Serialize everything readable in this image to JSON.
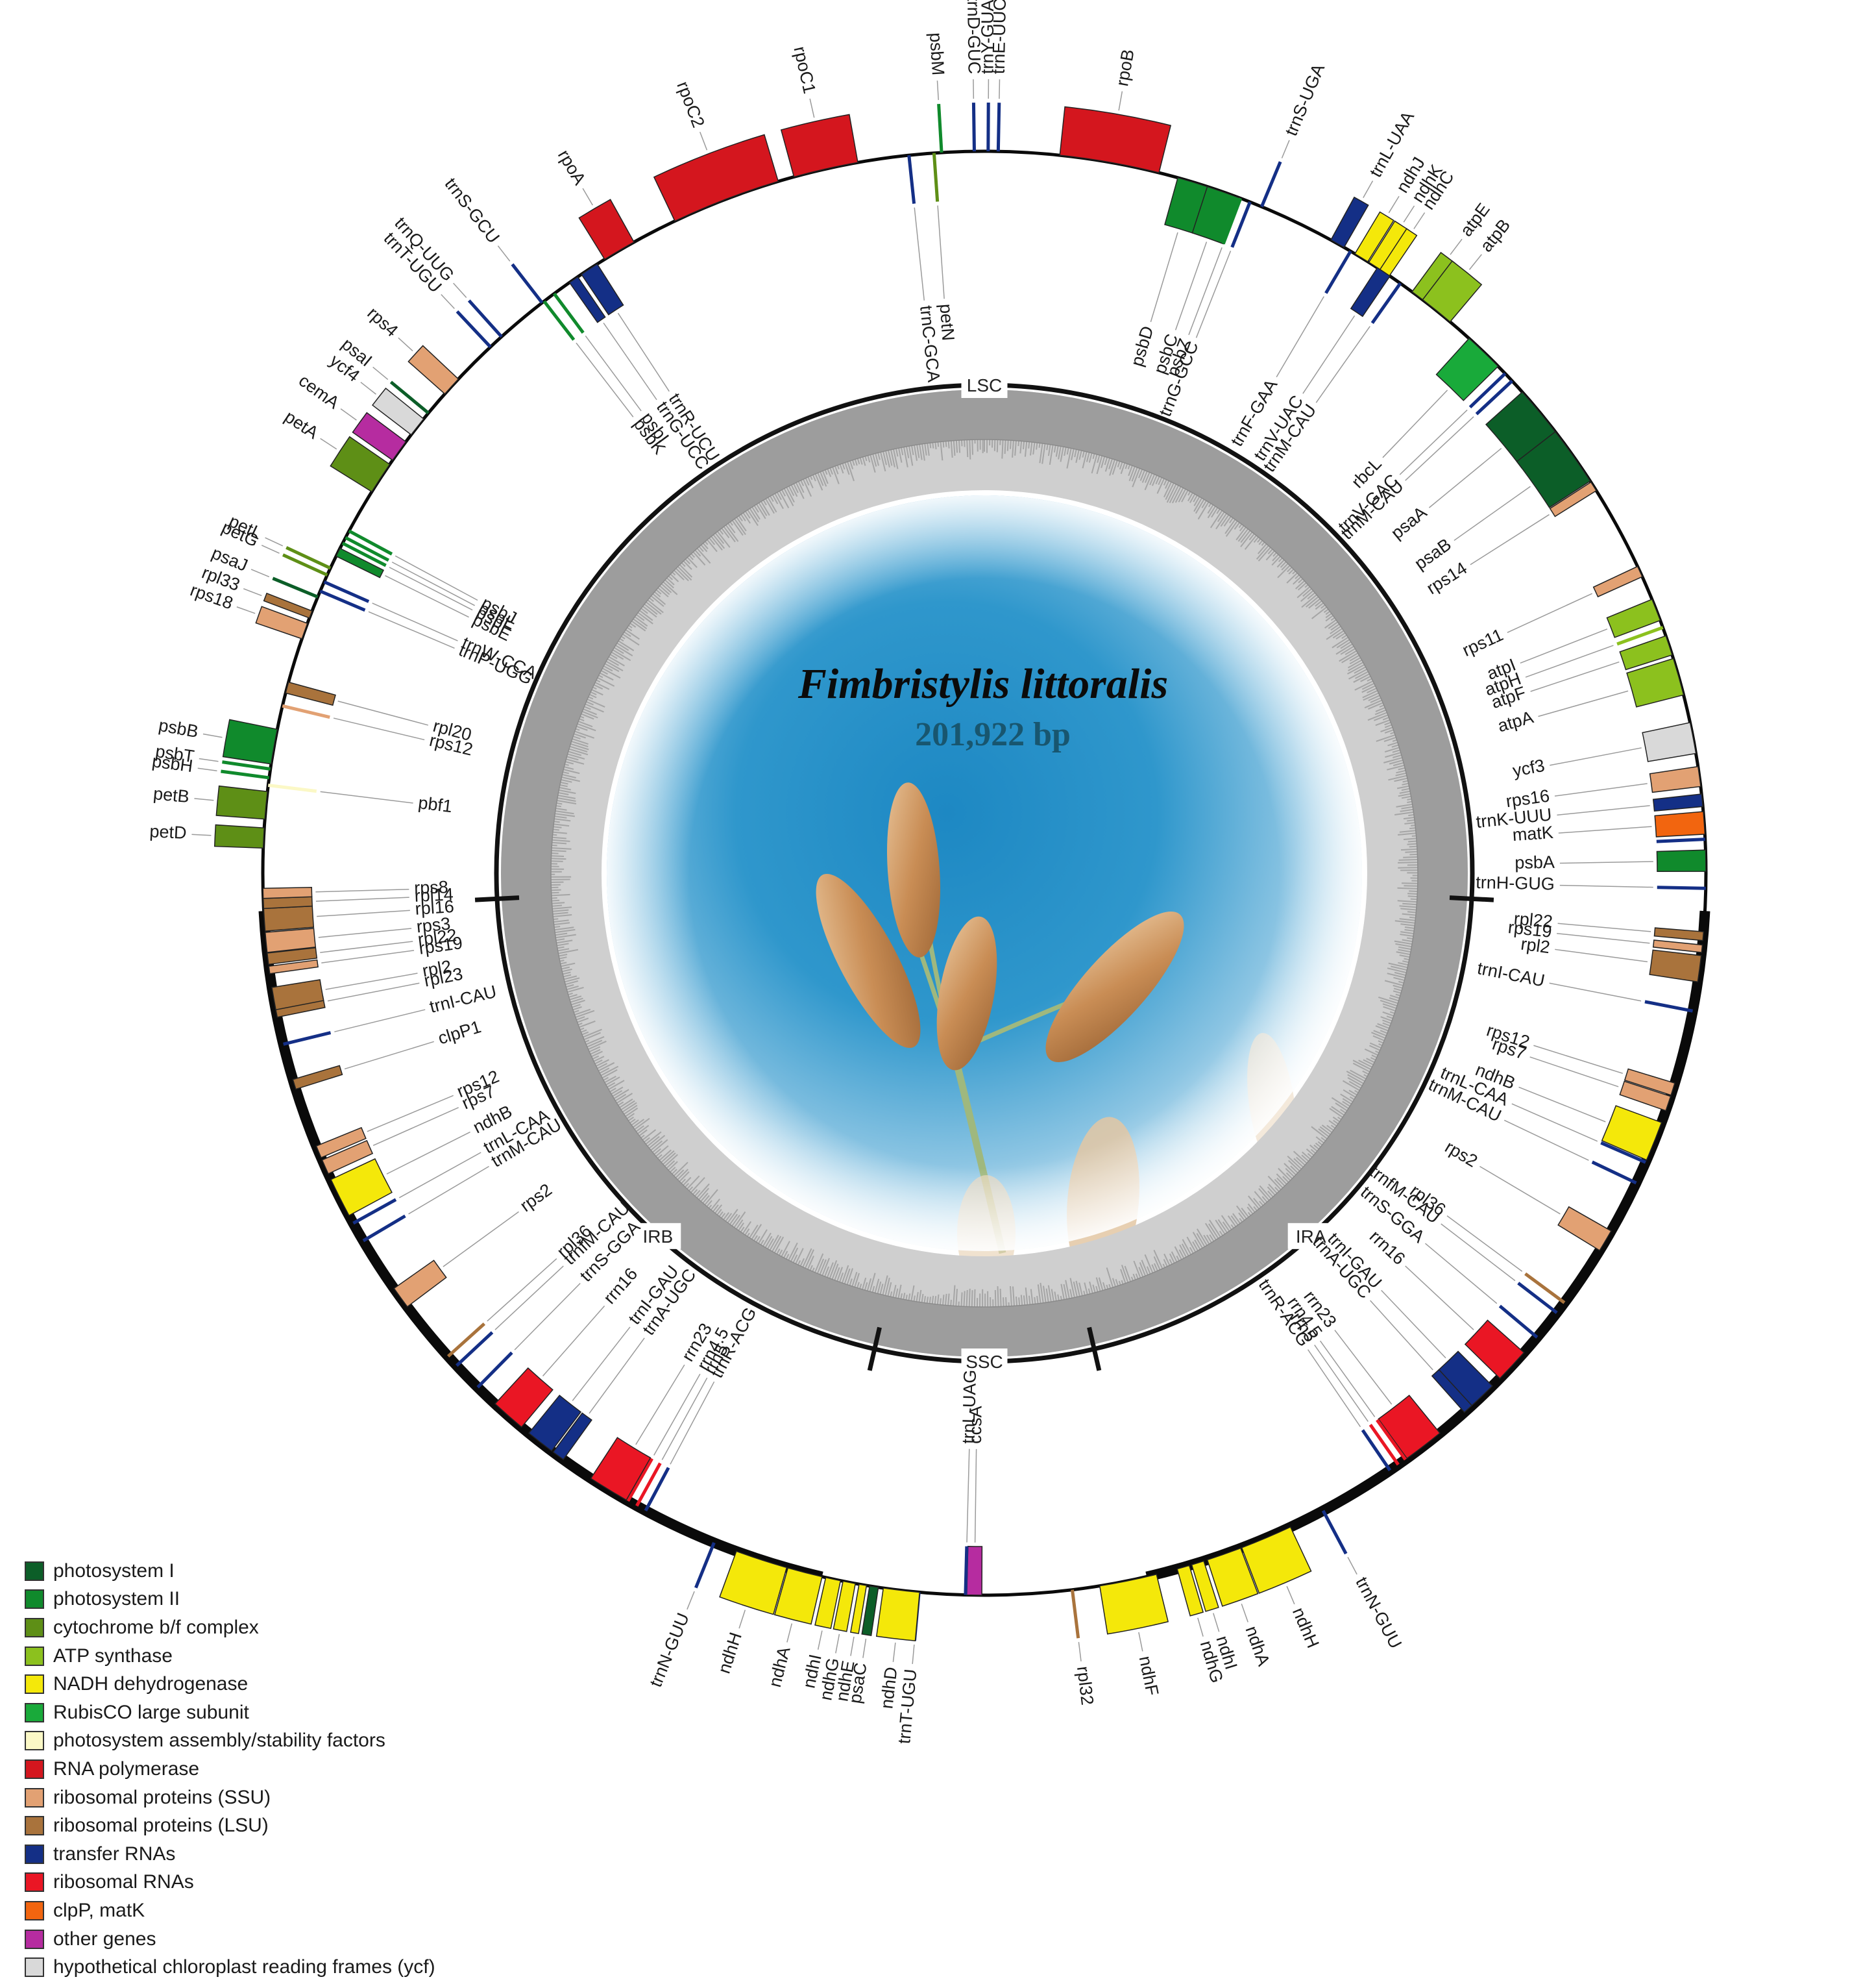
{
  "title": "Fimbristylis littoralis",
  "genome_size": "201,922 bp",
  "categories": {
    "psi": {
      "name": "photosystem I",
      "color": "#0c5e28"
    },
    "psii": {
      "name": "photosystem II",
      "color": "#108a2c"
    },
    "cyt": {
      "name": "cytochrome b/f complex",
      "color": "#5e8f16"
    },
    "atp": {
      "name": "ATP synthase",
      "color": "#8cc11e"
    },
    "ndh": {
      "name": "NADH dehydrogenase",
      "color": "#f4e80a"
    },
    "rbc": {
      "name": "RubisCO large subunit",
      "color": "#19aa3a"
    },
    "pbf": {
      "name": "photosystem assembly/stability factors",
      "color": "#fbf8c6"
    },
    "rpo": {
      "name": "RNA polymerase",
      "color": "#d4161e"
    },
    "rps": {
      "name": "ribosomal proteins (SSU)",
      "color": "#e2a173"
    },
    "rpl": {
      "name": "ribosomal proteins (LSU)",
      "color": "#a9733c"
    },
    "trn": {
      "name": "transfer RNAs",
      "color": "#142f86"
    },
    "rrn": {
      "name": "ribosomal RNAs",
      "color": "#ea1624"
    },
    "clp": {
      "name": "clpP, matK",
      "color": "#f2650f"
    },
    "oth": {
      "name": "other genes",
      "color": "#b62ca0"
    },
    "ycf": {
      "name": "hypothetical chloroplast reading frames (ycf)",
      "color": "#d9d9d9"
    }
  },
  "legend": [
    "psi",
    "psii",
    "cyt",
    "atp",
    "ndh",
    "rbc",
    "pbf",
    "rpo",
    "rps",
    "rpl",
    "trn",
    "rrn",
    "clp",
    "oth",
    "ycf"
  ],
  "regions": [
    {
      "label": "LSC",
      "angle": 0
    },
    {
      "label": "IRA",
      "angle": 138
    },
    {
      "label": "SSC",
      "angle": 180
    },
    {
      "label": "IRB",
      "angle": 222
    }
  ],
  "boundaries": [
    93,
    167,
    193,
    267
  ],
  "genes": [
    {
      "n": "rpoB",
      "a": 10.0,
      "w": 8.0,
      "c": "rpo",
      "s": "out"
    },
    {
      "n": "psbM",
      "a": 356.6,
      "w": 0.5,
      "c": "psii",
      "s": "out"
    },
    {
      "n": "trnD-GUC",
      "a": 359.2,
      "w": 0.4,
      "c": "trn",
      "s": "out"
    },
    {
      "n": "trnY-GUA",
      "a": 0.3,
      "w": 0.4,
      "c": "trn",
      "s": "out"
    },
    {
      "n": "trnE-UUC",
      "a": 1.1,
      "w": 0.4,
      "c": "trn",
      "s": "out"
    },
    {
      "n": "petN",
      "a": 356.0,
      "w": 0.4,
      "c": "cyt",
      "s": "in"
    },
    {
      "n": "trnC-GCA",
      "a": 354.0,
      "w": 0.4,
      "c": "trn",
      "s": "in"
    },
    {
      "n": "psbD",
      "a": 16.8,
      "w": 2.5,
      "c": "psii",
      "s": "in"
    },
    {
      "n": "psbC",
      "a": 19.4,
      "w": 2.8,
      "c": "psii",
      "s": "in"
    },
    {
      "n": "psbZ",
      "a": 20.8,
      "w": 0.5,
      "c": "psii",
      "s": "in"
    },
    {
      "n": "trnG-GCC",
      "a": 21.6,
      "w": 0.4,
      "c": "trn",
      "s": "in"
    },
    {
      "n": "trnS-UGA",
      "a": 22.6,
      "w": 0.4,
      "c": "trn",
      "s": "out"
    },
    {
      "n": "trnL-UAA",
      "a": 29.3,
      "w": 1.2,
      "c": "trn",
      "s": "out"
    },
    {
      "n": "trnF-GAA",
      "a": 30.5,
      "w": 0.4,
      "c": "trn",
      "s": "in"
    },
    {
      "n": "ndhJ",
      "a": 31.5,
      "w": 1.2,
      "c": "ndh",
      "s": "out"
    },
    {
      "n": "ndhK",
      "a": 32.8,
      "w": 1.2,
      "c": "ndh",
      "s": "out"
    },
    {
      "n": "ndhC",
      "a": 33.7,
      "w": 0.9,
      "c": "ndh",
      "s": "out"
    },
    {
      "n": "trnV-UAC",
      "a": 33.6,
      "w": 1.2,
      "c": "trn",
      "s": "in"
    },
    {
      "n": "trnM-CAU",
      "a": 35.2,
      "w": 0.4,
      "c": "trn",
      "s": "in"
    },
    {
      "n": "atpE",
      "a": 37.0,
      "w": 1.3,
      "c": "atp",
      "s": "out"
    },
    {
      "n": "atpB",
      "a": 38.8,
      "w": 2.8,
      "c": "atp",
      "s": "out"
    },
    {
      "n": "rbcL",
      "a": 43.8,
      "w": 3.2,
      "c": "rbc",
      "s": "in"
    },
    {
      "n": "trnV-GAC",
      "a": 46.2,
      "w": 0.4,
      "c": "trn",
      "s": "in"
    },
    {
      "n": "trnM-CAU",
      "a": 47.0,
      "w": 0.4,
      "c": "trn",
      "s": "in"
    },
    {
      "n": "psaA",
      "a": 50.6,
      "w": 4.8,
      "c": "psi",
      "s": "in"
    },
    {
      "n": "psaB",
      "a": 54.7,
      "w": 4.8,
      "c": "psi",
      "s": "in"
    },
    {
      "n": "rps14",
      "a": 57.6,
      "w": 0.8,
      "c": "rps",
      "s": "in"
    },
    {
      "n": "rps11",
      "a": 65.3,
      "w": 0.9,
      "c": "rps",
      "s": "in"
    },
    {
      "n": "atpI",
      "a": 68.6,
      "w": 1.8,
      "c": "atp",
      "s": "in"
    },
    {
      "n": "atpH",
      "a": 70.1,
      "w": 0.5,
      "c": "atp",
      "s": "in"
    },
    {
      "n": "atpF",
      "a": 71.6,
      "w": 1.6,
      "c": "atp",
      "s": "in"
    },
    {
      "n": "atpA",
      "a": 74.2,
      "w": 3.0,
      "c": "atp",
      "s": "in"
    },
    {
      "n": "ycf3",
      "a": 79.2,
      "w": 2.5,
      "c": "ycf",
      "s": "in"
    },
    {
      "n": "rps16",
      "a": 82.3,
      "w": 1.6,
      "c": "rps",
      "s": "in"
    },
    {
      "n": "trnK-UUU",
      "a": 84.2,
      "w": 1.0,
      "c": "trn",
      "s": "in"
    },
    {
      "n": "matK",
      "a": 86.0,
      "w": 1.8,
      "c": "clp",
      "s": "in"
    },
    {
      "n": "trnK-UUU",
      "a": 87.3,
      "w": 0.5,
      "c": "trn",
      "s": "in",
      "hide": true
    },
    {
      "n": "psbA",
      "a": 89.0,
      "w": 1.7,
      "c": "psii",
      "s": "in"
    },
    {
      "n": "trnH-GUG",
      "a": 91.2,
      "w": 0.4,
      "c": "trn",
      "s": "in"
    },
    {
      "n": "rpl22",
      "a": 95.0,
      "w": 0.7,
      "c": "rpl",
      "s": "in"
    },
    {
      "n": "rps19",
      "a": 96.0,
      "w": 0.6,
      "c": "rps",
      "s": "in"
    },
    {
      "n": "rpl2",
      "a": 97.6,
      "w": 2.1,
      "c": "rpl",
      "s": "in"
    },
    {
      "n": "trnI-CAU",
      "a": 101.0,
      "w": 0.4,
      "c": "trn",
      "s": "in"
    },
    {
      "n": "rps12",
      "a": 107.4,
      "w": 1.0,
      "c": "rps",
      "s": "in"
    },
    {
      "n": "rps7",
      "a": 108.6,
      "w": 1.2,
      "c": "rps",
      "s": "in"
    },
    {
      "n": "ndhB",
      "a": 111.8,
      "w": 3.2,
      "c": "ndh",
      "s": "in"
    },
    {
      "n": "trnL-CAA",
      "a": 113.6,
      "w": 0.4,
      "c": "trn",
      "s": "in"
    },
    {
      "n": "trnM-CAU",
      "a": 115.4,
      "w": 0.4,
      "c": "trn",
      "s": "in"
    },
    {
      "n": "rps2",
      "a": 120.6,
      "w": 1.8,
      "c": "rps",
      "s": "in"
    },
    {
      "n": "rpl36",
      "a": 126.5,
      "w": 0.4,
      "c": "rpl",
      "s": "in"
    },
    {
      "n": "trnfM-CAU",
      "a": 127.5,
      "w": 0.4,
      "c": "trn",
      "s": "in"
    },
    {
      "n": "trnS-GGA",
      "a": 130.0,
      "w": 0.4,
      "c": "trn",
      "s": "in"
    },
    {
      "n": "rrn16",
      "a": 133.0,
      "w": 2.8,
      "c": "rrn",
      "s": "in"
    },
    {
      "n": "trnI-GAU",
      "a": 136.4,
      "w": 2.3,
      "c": "trn",
      "s": "in"
    },
    {
      "n": "trnA-UGC",
      "a": 137.9,
      "w": 0.8,
      "c": "trn",
      "s": "in"
    },
    {
      "n": "rrn23",
      "a": 142.5,
      "w": 3.3,
      "c": "rrn",
      "s": "in"
    },
    {
      "n": "rrn4.5",
      "a": 144.3,
      "w": 0.4,
      "c": "rrn",
      "s": "in"
    },
    {
      "n": "rrn5",
      "a": 145.0,
      "w": 0.4,
      "c": "rrn",
      "s": "in"
    },
    {
      "n": "trnR-ACG",
      "a": 145.8,
      "w": 0.4,
      "c": "trn",
      "s": "in"
    },
    {
      "n": "trnN-GUU",
      "a": 152.0,
      "w": 0.4,
      "c": "trn",
      "s": "out"
    },
    {
      "n": "ndhH",
      "a": 157.0,
      "w": 4.2,
      "c": "ndh",
      "s": "out"
    },
    {
      "n": "ndhA",
      "a": 160.6,
      "w": 2.8,
      "c": "ndh",
      "s": "out"
    },
    {
      "n": "ndhI",
      "a": 162.8,
      "w": 1.0,
      "c": "ndh",
      "s": "out"
    },
    {
      "n": "ndhG",
      "a": 164.0,
      "w": 1.0,
      "c": "ndh",
      "s": "out"
    },
    {
      "n": "ndhF",
      "a": 168.5,
      "w": 4.6,
      "c": "ndh",
      "s": "out"
    },
    {
      "n": "rpl32",
      "a": 173.0,
      "w": 0.3,
      "c": "rpl",
      "s": "out"
    },
    {
      "n": "ccsA",
      "a": 180.8,
      "w": 1.2,
      "c": "oth",
      "s": "in"
    },
    {
      "n": "trnL-UAG",
      "a": 181.5,
      "w": 0.4,
      "c": "trn",
      "s": "in"
    },
    {
      "n": "trnT-UGU",
      "a": 185.2,
      "w": 0.4,
      "c": "trn",
      "s": "out"
    },
    {
      "n": "ndhD",
      "a": 186.6,
      "w": 2.9,
      "c": "ndh",
      "s": "out"
    },
    {
      "n": "psaC",
      "a": 188.8,
      "w": 0.7,
      "c": "psi",
      "s": "out"
    },
    {
      "n": "ndhE",
      "a": 189.7,
      "w": 0.6,
      "c": "ndh",
      "s": "out"
    },
    {
      "n": "ndhG",
      "a": 190.8,
      "w": 1.0,
      "c": "ndh",
      "s": "out"
    },
    {
      "n": "ndhI",
      "a": 192.1,
      "w": 1.2,
      "c": "ndh",
      "s": "out"
    },
    {
      "n": "ndhA",
      "a": 194.4,
      "w": 2.8,
      "c": "ndh",
      "s": "out"
    },
    {
      "n": "ndhH",
      "a": 198.0,
      "w": 4.2,
      "c": "ndh",
      "s": "out"
    },
    {
      "n": "trnN-GUU",
      "a": 202.0,
      "w": 0.4,
      "c": "trn",
      "s": "out"
    },
    {
      "n": "trnR-ACG",
      "a": 208.0,
      "w": 0.4,
      "c": "trn",
      "s": "in"
    },
    {
      "n": "rrn5",
      "a": 208.8,
      "w": 0.4,
      "c": "rrn",
      "s": "in"
    },
    {
      "n": "rrn4.5",
      "a": 209.6,
      "w": 0.4,
      "c": "rrn",
      "s": "in"
    },
    {
      "n": "rrn23",
      "a": 211.4,
      "w": 3.3,
      "c": "rrn",
      "s": "in"
    },
    {
      "n": "trnA-UGC",
      "a": 216.2,
      "w": 1.0,
      "c": "trn",
      "s": "in"
    },
    {
      "n": "trnI-GAU",
      "a": 218.0,
      "w": 2.3,
      "c": "trn",
      "s": "in"
    },
    {
      "n": "rrn16",
      "a": 221.3,
      "w": 2.8,
      "c": "rrn",
      "s": "in"
    },
    {
      "n": "trnS-GGA",
      "a": 224.6,
      "w": 0.4,
      "c": "trn",
      "s": "in"
    },
    {
      "n": "trnfM-CAU",
      "a": 227.0,
      "w": 0.4,
      "c": "trn",
      "s": "in"
    },
    {
      "n": "rpl36",
      "a": 228.0,
      "w": 0.4,
      "c": "rpl",
      "s": "in"
    },
    {
      "n": "rps2",
      "a": 234.0,
      "w": 1.8,
      "c": "rps",
      "s": "in"
    },
    {
      "n": "trnM-CAU",
      "a": 239.4,
      "w": 0.4,
      "c": "trn",
      "s": "in"
    },
    {
      "n": "trnL-CAA",
      "a": 241.0,
      "w": 0.4,
      "c": "trn",
      "s": "in"
    },
    {
      "n": "ndhB",
      "a": 243.3,
      "w": 3.2,
      "c": "ndh",
      "s": "in"
    },
    {
      "n": "rps7",
      "a": 246.0,
      "w": 1.2,
      "c": "rps",
      "s": "in"
    },
    {
      "n": "rps12",
      "a": 247.3,
      "w": 1.0,
      "c": "rps",
      "s": "in"
    },
    {
      "n": "clpP1",
      "a": 253.0,
      "w": 0.8,
      "c": "rpl",
      "s": "in"
    },
    {
      "n": "trnI-CAU",
      "a": 256.3,
      "w": 0.4,
      "c": "trn",
      "s": "in"
    },
    {
      "n": "rpl23",
      "a": 259.0,
      "w": 1.0,
      "c": "rpl",
      "s": "in"
    },
    {
      "n": "rpl2",
      "a": 260.0,
      "w": 1.8,
      "c": "rpl",
      "s": "in"
    },
    {
      "n": "rps19",
      "a": 262.3,
      "w": 0.6,
      "c": "rps",
      "s": "in"
    },
    {
      "n": "rpl22",
      "a": 263.2,
      "w": 0.9,
      "c": "rpl",
      "s": "in"
    },
    {
      "n": "rps3",
      "a": 264.5,
      "w": 1.6,
      "c": "rps",
      "s": "in"
    },
    {
      "n": "rpl16",
      "a": 266.3,
      "w": 1.8,
      "c": "rpl",
      "s": "in"
    },
    {
      "n": "rpl14",
      "a": 267.6,
      "w": 0.8,
      "c": "rpl",
      "s": "in"
    },
    {
      "n": "rps8",
      "a": 268.4,
      "w": 0.8,
      "c": "rps",
      "s": "in"
    },
    {
      "n": "petD",
      "a": 272.8,
      "w": 1.6,
      "c": "cyt",
      "s": "out"
    },
    {
      "n": "petB",
      "a": 275.4,
      "w": 2.2,
      "c": "cyt",
      "s": "out"
    },
    {
      "n": "pbf1",
      "a": 277.0,
      "w": 0.3,
      "c": "pbf",
      "s": "in"
    },
    {
      "n": "psbH",
      "a": 277.6,
      "w": 0.5,
      "c": "psii",
      "s": "out"
    },
    {
      "n": "psbT",
      "a": 278.3,
      "w": 0.4,
      "c": "psii",
      "s": "out"
    },
    {
      "n": "psbB",
      "a": 280.1,
      "w": 2.8,
      "c": "psii",
      "s": "out"
    },
    {
      "n": "rps12",
      "a": 283.4,
      "w": 0.4,
      "c": "rps",
      "s": "in"
    },
    {
      "n": "rpl20",
      "a": 284.9,
      "w": 0.9,
      "c": "rpl",
      "s": "in"
    },
    {
      "n": "rps18",
      "a": 289.6,
      "w": 1.3,
      "c": "rps",
      "s": "out"
    },
    {
      "n": "rpl33",
      "a": 291.0,
      "w": 0.6,
      "c": "rpl",
      "s": "out"
    },
    {
      "n": "psaJ",
      "a": 292.5,
      "w": 0.4,
      "c": "psi",
      "s": "out"
    },
    {
      "n": "petG",
      "a": 294.4,
      "w": 0.4,
      "c": "cyt",
      "s": "out"
    },
    {
      "n": "petL",
      "a": 295.0,
      "w": 0.4,
      "c": "cyt",
      "s": "out"
    },
    {
      "n": "trnP-UGG",
      "a": 293.0,
      "w": 0.4,
      "c": "trn",
      "s": "in"
    },
    {
      "n": "trnW-CCA",
      "a": 293.8,
      "w": 0.4,
      "c": "trn",
      "s": "in"
    },
    {
      "n": "psbE",
      "a": 296.4,
      "w": 0.7,
      "c": "psii",
      "s": "in"
    },
    {
      "n": "psbF",
      "a": 297.2,
      "w": 0.4,
      "c": "psii",
      "s": "in"
    },
    {
      "n": "psbL",
      "a": 297.7,
      "w": 0.4,
      "c": "psii",
      "s": "in"
    },
    {
      "n": "psbJ",
      "a": 298.3,
      "w": 0.4,
      "c": "psii",
      "s": "in"
    },
    {
      "n": "petA",
      "a": 303.2,
      "w": 2.6,
      "c": "cyt",
      "s": "out"
    },
    {
      "n": "cemA",
      "a": 305.8,
      "w": 1.8,
      "c": "oth",
      "s": "out"
    },
    {
      "n": "ycf4",
      "a": 308.2,
      "w": 1.6,
      "c": "ycf",
      "s": "out"
    },
    {
      "n": "psaI",
      "a": 309.6,
      "w": 0.5,
      "c": "psi",
      "s": "out"
    },
    {
      "n": "rps4",
      "a": 312.4,
      "w": 1.6,
      "c": "rps",
      "s": "out"
    },
    {
      "n": "trnT-UGU",
      "a": 316.8,
      "w": 0.4,
      "c": "trn",
      "s": "out"
    },
    {
      "n": "trnQ-UUG",
      "a": 318.0,
      "w": 0.4,
      "c": "trn",
      "s": "out"
    },
    {
      "n": "trnS-GCU",
      "a": 322.2,
      "w": 0.4,
      "c": "trn",
      "s": "out"
    },
    {
      "n": "psbK",
      "a": 322.4,
      "w": 0.5,
      "c": "psii",
      "s": "in"
    },
    {
      "n": "psbI",
      "a": 323.4,
      "w": 0.4,
      "c": "psii",
      "s": "in"
    },
    {
      "n": "trnG-UCC",
      "a": 325.3,
      "w": 0.8,
      "c": "trn",
      "s": "in"
    },
    {
      "n": "trnR-UCU",
      "a": 326.8,
      "w": 1.5,
      "c": "trn",
      "s": "in"
    },
    {
      "n": "rpoA",
      "a": 329.6,
      "w": 2.7,
      "c": "rpo",
      "s": "out"
    },
    {
      "n": "rpoC2",
      "a": 339.0,
      "w": 8.8,
      "c": "rpo",
      "s": "out"
    },
    {
      "n": "rpoC1",
      "a": 347.3,
      "w": 5.2,
      "c": "rpo",
      "s": "out"
    }
  ]
}
